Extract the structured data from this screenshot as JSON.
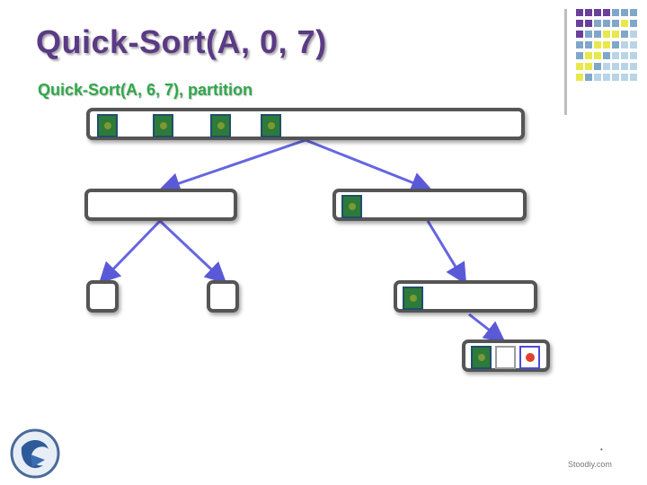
{
  "slide": {
    "title": "Quick-Sort(A, 0, 7)",
    "subtitle": "Quick-Sort(A, 6, 7), partition",
    "page_number": "•",
    "watermark": "Stoodiy.com"
  },
  "colors": {
    "title": "#5b3a86",
    "subtitle": "#2fa84a",
    "node_border": "#555555",
    "cell_fill": "#2d7a3a",
    "cell_border": "#1e4f6e",
    "arrow": "#6666e0",
    "pivot": "#e0412e"
  },
  "tree": {
    "nodes": [
      {
        "id": "root",
        "cells": [
          "filled",
          "white",
          "filled",
          "white",
          "filled",
          "white",
          "filled"
        ]
      },
      {
        "id": "left",
        "cells": []
      },
      {
        "id": "right",
        "cells": [
          "filled"
        ]
      },
      {
        "id": "left-left",
        "cells": []
      },
      {
        "id": "left-right",
        "cells": []
      },
      {
        "id": "right-child",
        "cells": [
          "filled"
        ]
      },
      {
        "id": "right-grandchild",
        "cells": [
          "filled",
          "white",
          "pivot"
        ]
      }
    ],
    "edges": [
      [
        "root",
        "left"
      ],
      [
        "root",
        "right"
      ],
      [
        "left",
        "left-left"
      ],
      [
        "left",
        "left-right"
      ],
      [
        "right",
        "right-child"
      ],
      [
        "right-child",
        "right-grandchild"
      ]
    ]
  }
}
